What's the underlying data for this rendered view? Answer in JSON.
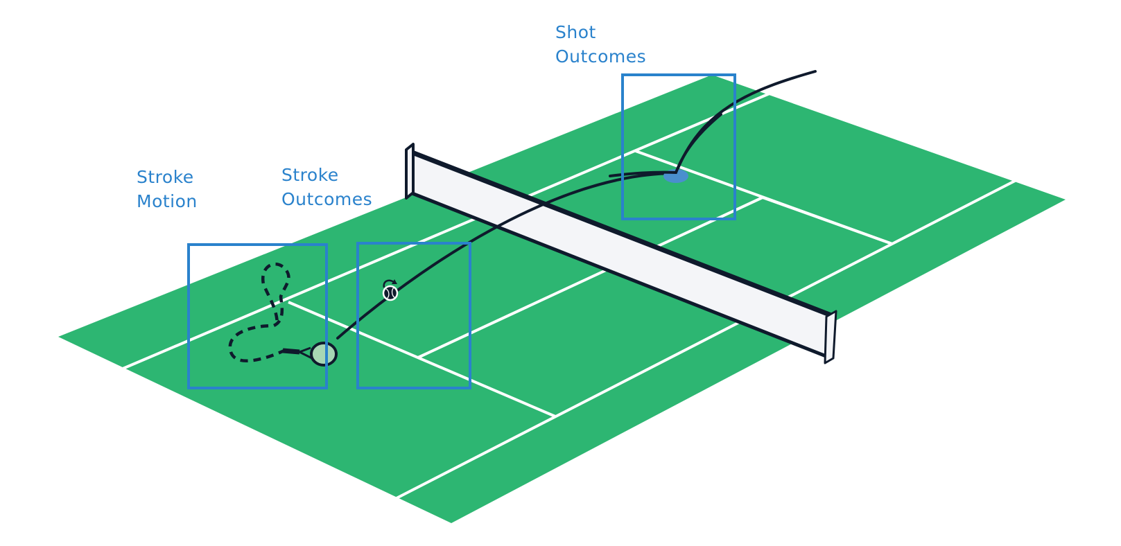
{
  "title": "Tennis stroke analysis diagram",
  "colors": {
    "court": "#2db672",
    "lines": "#ffffff",
    "accent": "#2a82cc",
    "ink": "#0f1a2c",
    "net_fill": "#f4f5f8",
    "bounce_spot": "#4a8fce",
    "racket_face": "#a7d7b4"
  },
  "labels": [
    {
      "id": "stroke-motion",
      "lines": [
        "Stroke",
        "Motion"
      ]
    },
    {
      "id": "stroke-outcomes",
      "lines": [
        "Stroke",
        "Outcomes"
      ]
    },
    {
      "id": "shot-outcomes",
      "lines": [
        "Shot",
        "Outcomes"
      ]
    }
  ],
  "icons": {
    "racket": "tennis-racket-icon",
    "ball": "tennis-ball-icon",
    "spin": "spin-arrow-icon",
    "bounce": "bounce-spot-icon"
  }
}
